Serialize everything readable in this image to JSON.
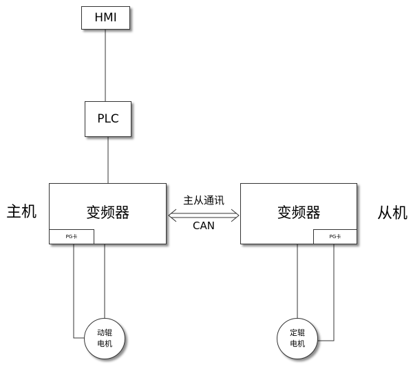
{
  "hmi": "HMI",
  "plc": "PLC",
  "master_vfd": "变频器",
  "slave_vfd": "变频器",
  "master_label": "主机",
  "slave_label": "从机",
  "link_label_top": "主从通讯",
  "link_label_bottom": "CAN",
  "pg_card_master": "PG卡",
  "pg_card_slave": "PG卡",
  "motor_master": [
    "动辊",
    "电机"
  ],
  "motor_slave": [
    "定辊",
    "电机"
  ]
}
